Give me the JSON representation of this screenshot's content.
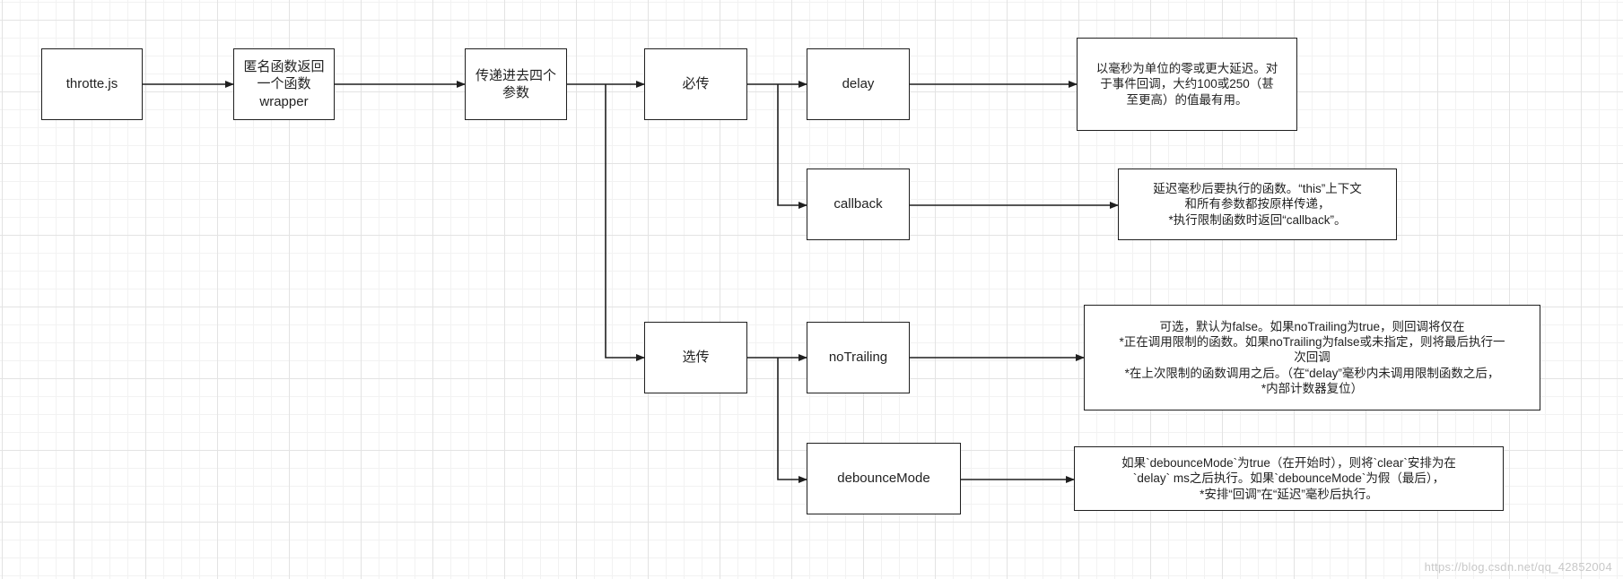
{
  "diagram": {
    "nodes": {
      "throttle": "throtte.js",
      "wrapper": "匿名函数返回\n一个函数\nwrapper",
      "four_params": "传递进去四个\n参数",
      "required": "必传",
      "optional": "选传",
      "delay": "delay",
      "callback": "callback",
      "no_trailing": "noTrailing",
      "debounce_mode": "debounceMode"
    },
    "notes": {
      "delay_desc": "以毫秒为单位的零或更大延迟。对\n于事件回调，大约100或250（甚\n至更高）的值最有用。",
      "callback_desc": "延迟毫秒后要执行的函数。“this”上下文\n和所有参数都按原样传递，\n*执行限制函数时返回“callback”。",
      "no_trailing_desc": "可选，默认为false。如果noTrailing为true，则回调将仅在\n*正在调用限制的函数。如果noTrailing为false或未指定，则将最后执行一\n次回调\n*在上次限制的函数调用之后。（在“delay”毫秒内未调用限制函数之后，\n*内部计数器复位）",
      "debounce_mode_desc": "如果`debounceMode`为true（在开始时），则将`clear`安排为在\n`delay` ms之后执行。如果`debounceMode`为假（最后），\n*安排“回调”在“延迟”毫秒后执行。"
    },
    "edges": [
      [
        "throttle",
        "wrapper"
      ],
      [
        "wrapper",
        "four_params"
      ],
      [
        "four_params",
        "required"
      ],
      [
        "four_params",
        "optional"
      ],
      [
        "required",
        "delay"
      ],
      [
        "required",
        "callback"
      ],
      [
        "optional",
        "no_trailing"
      ],
      [
        "optional",
        "debounce_mode"
      ],
      [
        "delay",
        "delay_desc"
      ],
      [
        "callback",
        "callback_desc"
      ],
      [
        "no_trailing",
        "no_trailing_desc"
      ],
      [
        "debounce_mode",
        "debounce_mode_desc"
      ]
    ],
    "colors": {
      "stroke": "#1f1f1f",
      "grid": "#e3e3e3",
      "watermark": "#c8c8c8"
    }
  },
  "watermark": "https://blog.csdn.net/qq_42852004"
}
